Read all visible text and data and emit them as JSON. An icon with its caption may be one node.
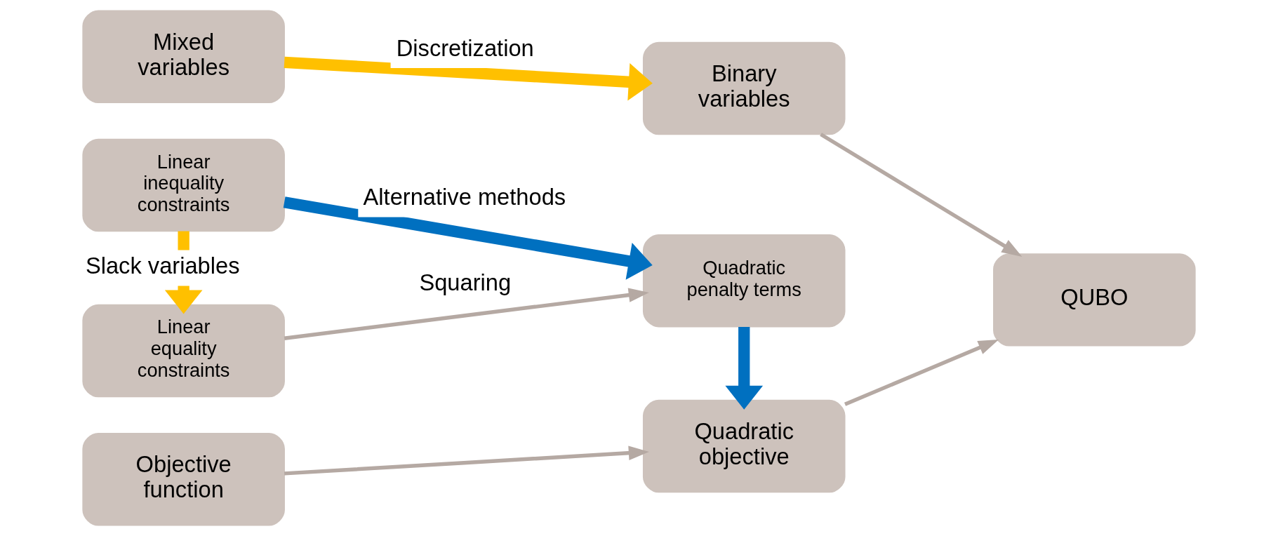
{
  "diagram": {
    "nodes": [
      {
        "text": [
          "Mixed variables"
        ]
      },
      {
        "text": [
          "Binary variables"
        ]
      },
      {
        "text": [
          "Objective function"
        ]
      },
      {
        "text": [
          "Quadratic objective"
        ]
      },
      {
        "text": [
          "QUBO"
        ]
      },
      {
        "text": [
          "Linear equality constraints"
        ]
      },
      {
        "text": [
          "Quadratic penalty terms"
        ]
      },
      {
        "text": [
          "Linear inequality constraints"
        ]
      }
    ],
    "edges": [
      {
        "from": 0,
        "to": 1,
        "arrow": "to",
        "label": "Discretization",
        "style": "thick",
        "color": "#ffc000"
      },
      {
        "from": 1,
        "to": 4,
        "arrow": "to"
      },
      {
        "from": 2,
        "to": 3,
        "arrow": "to"
      },
      {
        "from": 3,
        "to": 4,
        "arrow": "to"
      },
      {
        "from": 5,
        "to": 6,
        "arrow": "to",
        "label": "Squaring"
      },
      {
        "from": 6,
        "to": 3,
        "arrow": "to",
        "style": "thick",
        "color": "#0070c0"
      },
      {
        "from": 7,
        "to": 6,
        "arrow": "to",
        "label": "Alternative methods",
        "style": "thick",
        "color": "#0070c0"
      },
      {
        "from": 7,
        "to": 5,
        "arrow": "to",
        "label": "Slack variables",
        "style": "thick",
        "color": "#ffc000"
      }
    ]
  }
}
